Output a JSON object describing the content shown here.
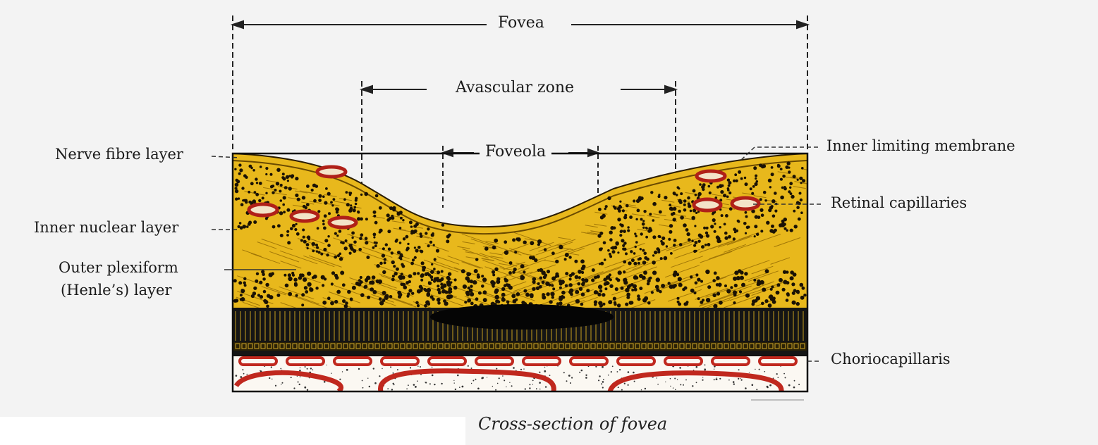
{
  "figure": {
    "dimensions": {
      "fovea": "Fovea",
      "avascular_zone": "Avascular zone",
      "foveola": "Foveola"
    },
    "left_labels": {
      "nerve_fibre_layer": "Nerve fibre layer",
      "inner_nuclear_layer": "Inner nuclear layer",
      "outer_plexiform_line1": "Outer plexiform",
      "outer_plexiform_line2": "(Henle’s) layer"
    },
    "right_labels": {
      "inner_limiting_membrane": "Inner limiting membrane",
      "retinal_capillaries": "Retinal capillaries",
      "choriocapillaris": "Choriocapillaris"
    },
    "caption": "Cross-section of fovea",
    "colors": {
      "retina_yellow": "#e8b81c",
      "nucleus_dark": "#1a1205",
      "photoreceptor_black": "#111111",
      "vessel_red": "#c0281e",
      "choroid_bg": "#fbf8f2"
    }
  }
}
